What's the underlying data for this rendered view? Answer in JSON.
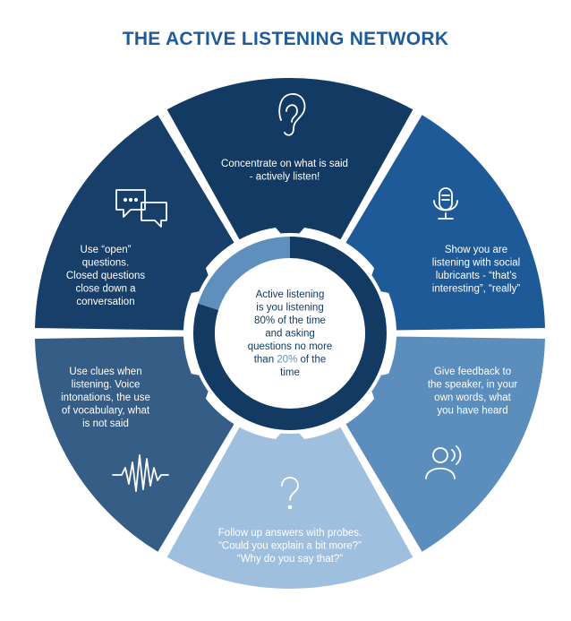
{
  "title": "THE ACTIVE LISTENING NETWORK",
  "center": {
    "lines": [
      [
        "Active listening"
      ],
      [
        "is you listening"
      ],
      [
        "80% of the time"
      ],
      [
        "and asking"
      ],
      [
        "questions no more"
      ],
      [
        "than ",
        "20%",
        " of the"
      ],
      [
        "time"
      ]
    ],
    "listening_percent": 80,
    "asking_percent": 20,
    "colors": {
      "listening": "#123a63",
      "asking": "#5f8fbd",
      "highlight": "#5f8fbd",
      "text": "#123a63"
    }
  },
  "segments": [
    {
      "id": "concentrate",
      "icon": "ear-icon",
      "color": "#123a63",
      "lines": [
        "Concentrate on what is said",
        "- actively listen!"
      ]
    },
    {
      "id": "social",
      "icon": "microphone-icon",
      "color": "#1e5a98",
      "lines": [
        "Show you are",
        "listening with social",
        "lubricants - “that’s",
        "interesting”, “really”"
      ]
    },
    {
      "id": "feedback",
      "icon": "speaking-person-icon",
      "color": "#5b8dbd",
      "lines": [
        "Give feedback to",
        "the speaker, in your",
        "own words, what",
        "you have heard"
      ]
    },
    {
      "id": "probes",
      "icon": "question-mark-icon",
      "color": "#9fbfde",
      "lines": [
        "Follow up answers with probes.",
        "“Could you explain a bit more?”",
        "“Why do you say that?”"
      ]
    },
    {
      "id": "clues",
      "icon": "sound-wave-icon",
      "color": "#365d85",
      "lines": [
        "Use clues when",
        "listening. Voice",
        "intonations, the use",
        "of vocabulary, what",
        "is not said"
      ]
    },
    {
      "id": "open",
      "icon": "chat-bubbles-icon",
      "color": "#173f6a",
      "lines": [
        "Use “open”",
        "questions.",
        "Closed questions",
        "close down a",
        "conversation"
      ]
    }
  ]
}
